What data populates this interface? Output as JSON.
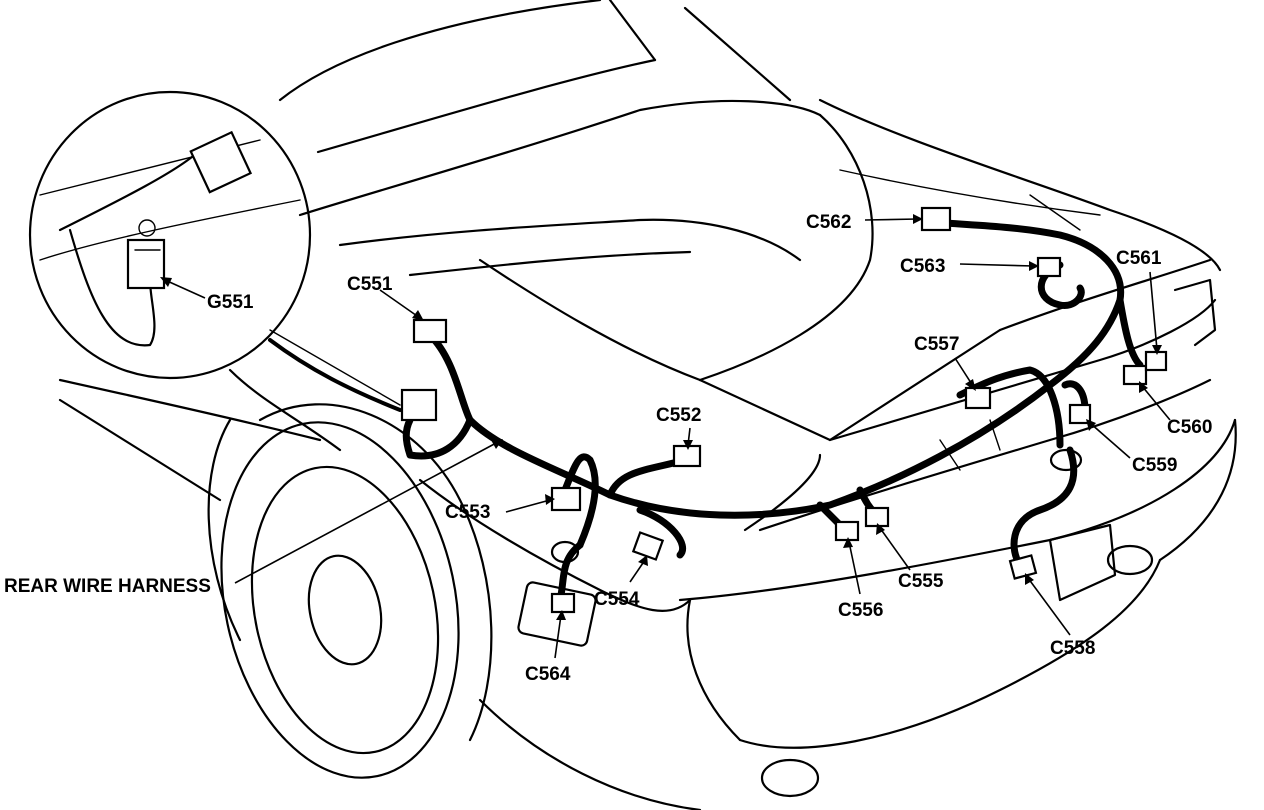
{
  "labels": {
    "g551": "G551",
    "c551": "C551",
    "c552": "C552",
    "c553": "C553",
    "c554": "C554",
    "c555": "C555",
    "c556": "C556",
    "c557": "C557",
    "c558": "C558",
    "c559": "C559",
    "c560": "C560",
    "c561": "C561",
    "c562": "C562",
    "c563": "C563",
    "c564": "C564",
    "harness": "REAR WIRE HARNESS"
  }
}
